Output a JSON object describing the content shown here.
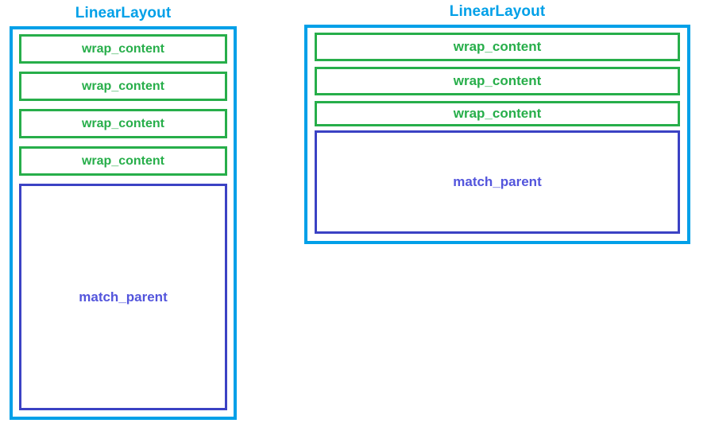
{
  "colors": {
    "container_border": "#00a0e8",
    "title_text": "#00a0e8",
    "wrap_content_border": "#27ae4a",
    "wrap_content_text": "#27ae4a",
    "match_parent_border": "#3b42c4",
    "match_parent_text": "#5355dc",
    "background": "#ffffff"
  },
  "panels": [
    {
      "id": "left",
      "title": "LinearLayout",
      "children": [
        {
          "type": "wrap_content",
          "label": "wrap_content"
        },
        {
          "type": "wrap_content",
          "label": "wrap_content"
        },
        {
          "type": "wrap_content",
          "label": "wrap_content"
        },
        {
          "type": "wrap_content",
          "label": "wrap_content"
        },
        {
          "type": "match_parent",
          "label": "match_parent"
        }
      ]
    },
    {
      "id": "right",
      "title": "LinearLayout",
      "children": [
        {
          "type": "wrap_content",
          "label": "wrap_content"
        },
        {
          "type": "wrap_content",
          "label": "wrap_content"
        },
        {
          "type": "wrap_content",
          "label": "wrap_content"
        },
        {
          "type": "match_parent",
          "label": "match_parent"
        }
      ]
    }
  ]
}
